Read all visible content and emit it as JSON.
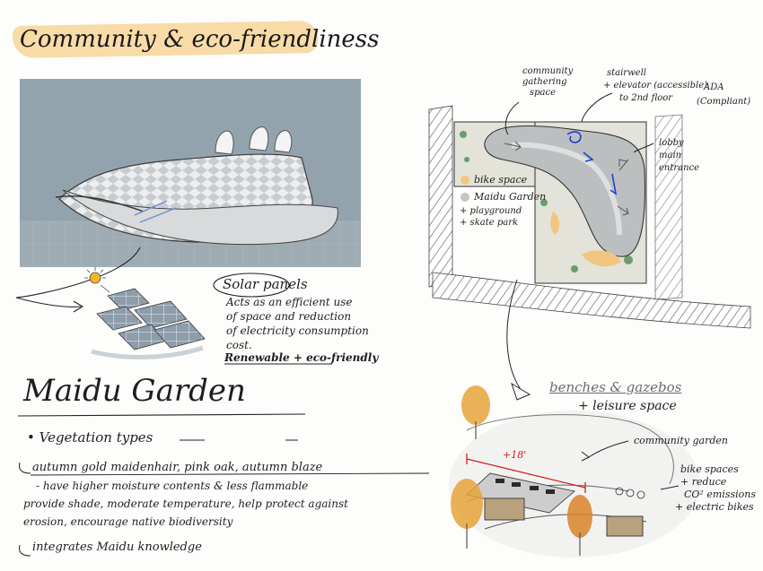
{
  "title": "Community & eco-friendliness",
  "solar": {
    "heading": "Solar panels",
    "desc_lines": [
      "Acts as an efficient use",
      "of space and reduction",
      "of electricity consumption",
      "cost."
    ],
    "tagline_part1": "Renewable",
    "tagline_part2": "+ eco-friendly"
  },
  "garden": {
    "heading": "Maidu Garden",
    "bullet": "Vegetation types",
    "plants": [
      "autumn gold maidenhair",
      "pink oak",
      "autumn blaze"
    ],
    "plants_sep": ",",
    "detail_lines": [
      "- have higher moisture contents & less flammable",
      "provide shade, moderate temperature, help protect against",
      "erosion, encourage native biodiversity"
    ],
    "knowledge": "integrates Maidu knowledge"
  },
  "plan": {
    "callouts": {
      "gathering": [
        "community",
        "gathering",
        "space"
      ],
      "stairwell": [
        "stairwell",
        "+ elevator (accessible)",
        "to 2nd floor"
      ],
      "ada": [
        "ADA",
        "(Compliant)"
      ],
      "lobby": [
        "lobby",
        "main",
        "entrance"
      ]
    },
    "legend": {
      "bike": "bike space",
      "garden": "Maidu Garden",
      "extras": [
        "+ playground",
        "+ skate park"
      ]
    },
    "colors": {
      "bike": "#f2c680",
      "garden": "#c4c6c2"
    }
  },
  "perspective": {
    "heading_line1": "benches & gazebos",
    "heading_line2": "+ leisure space",
    "community_garden": "community garden",
    "dimension": "+18'",
    "bike_notes": [
      "bike spaces",
      "+ reduce",
      "CO² emissions",
      "+ electric bikes"
    ]
  },
  "colors": {
    "highlight": "#f6c97a",
    "sky": "#93a3ae",
    "solar_panel": "#8a9aa6",
    "sun": "#f4b52a",
    "tree": "#e8a33a",
    "tree_deep": "#d9822a",
    "accent_blue": "#1f3fd1",
    "dimension_red": "#d21f1f"
  }
}
